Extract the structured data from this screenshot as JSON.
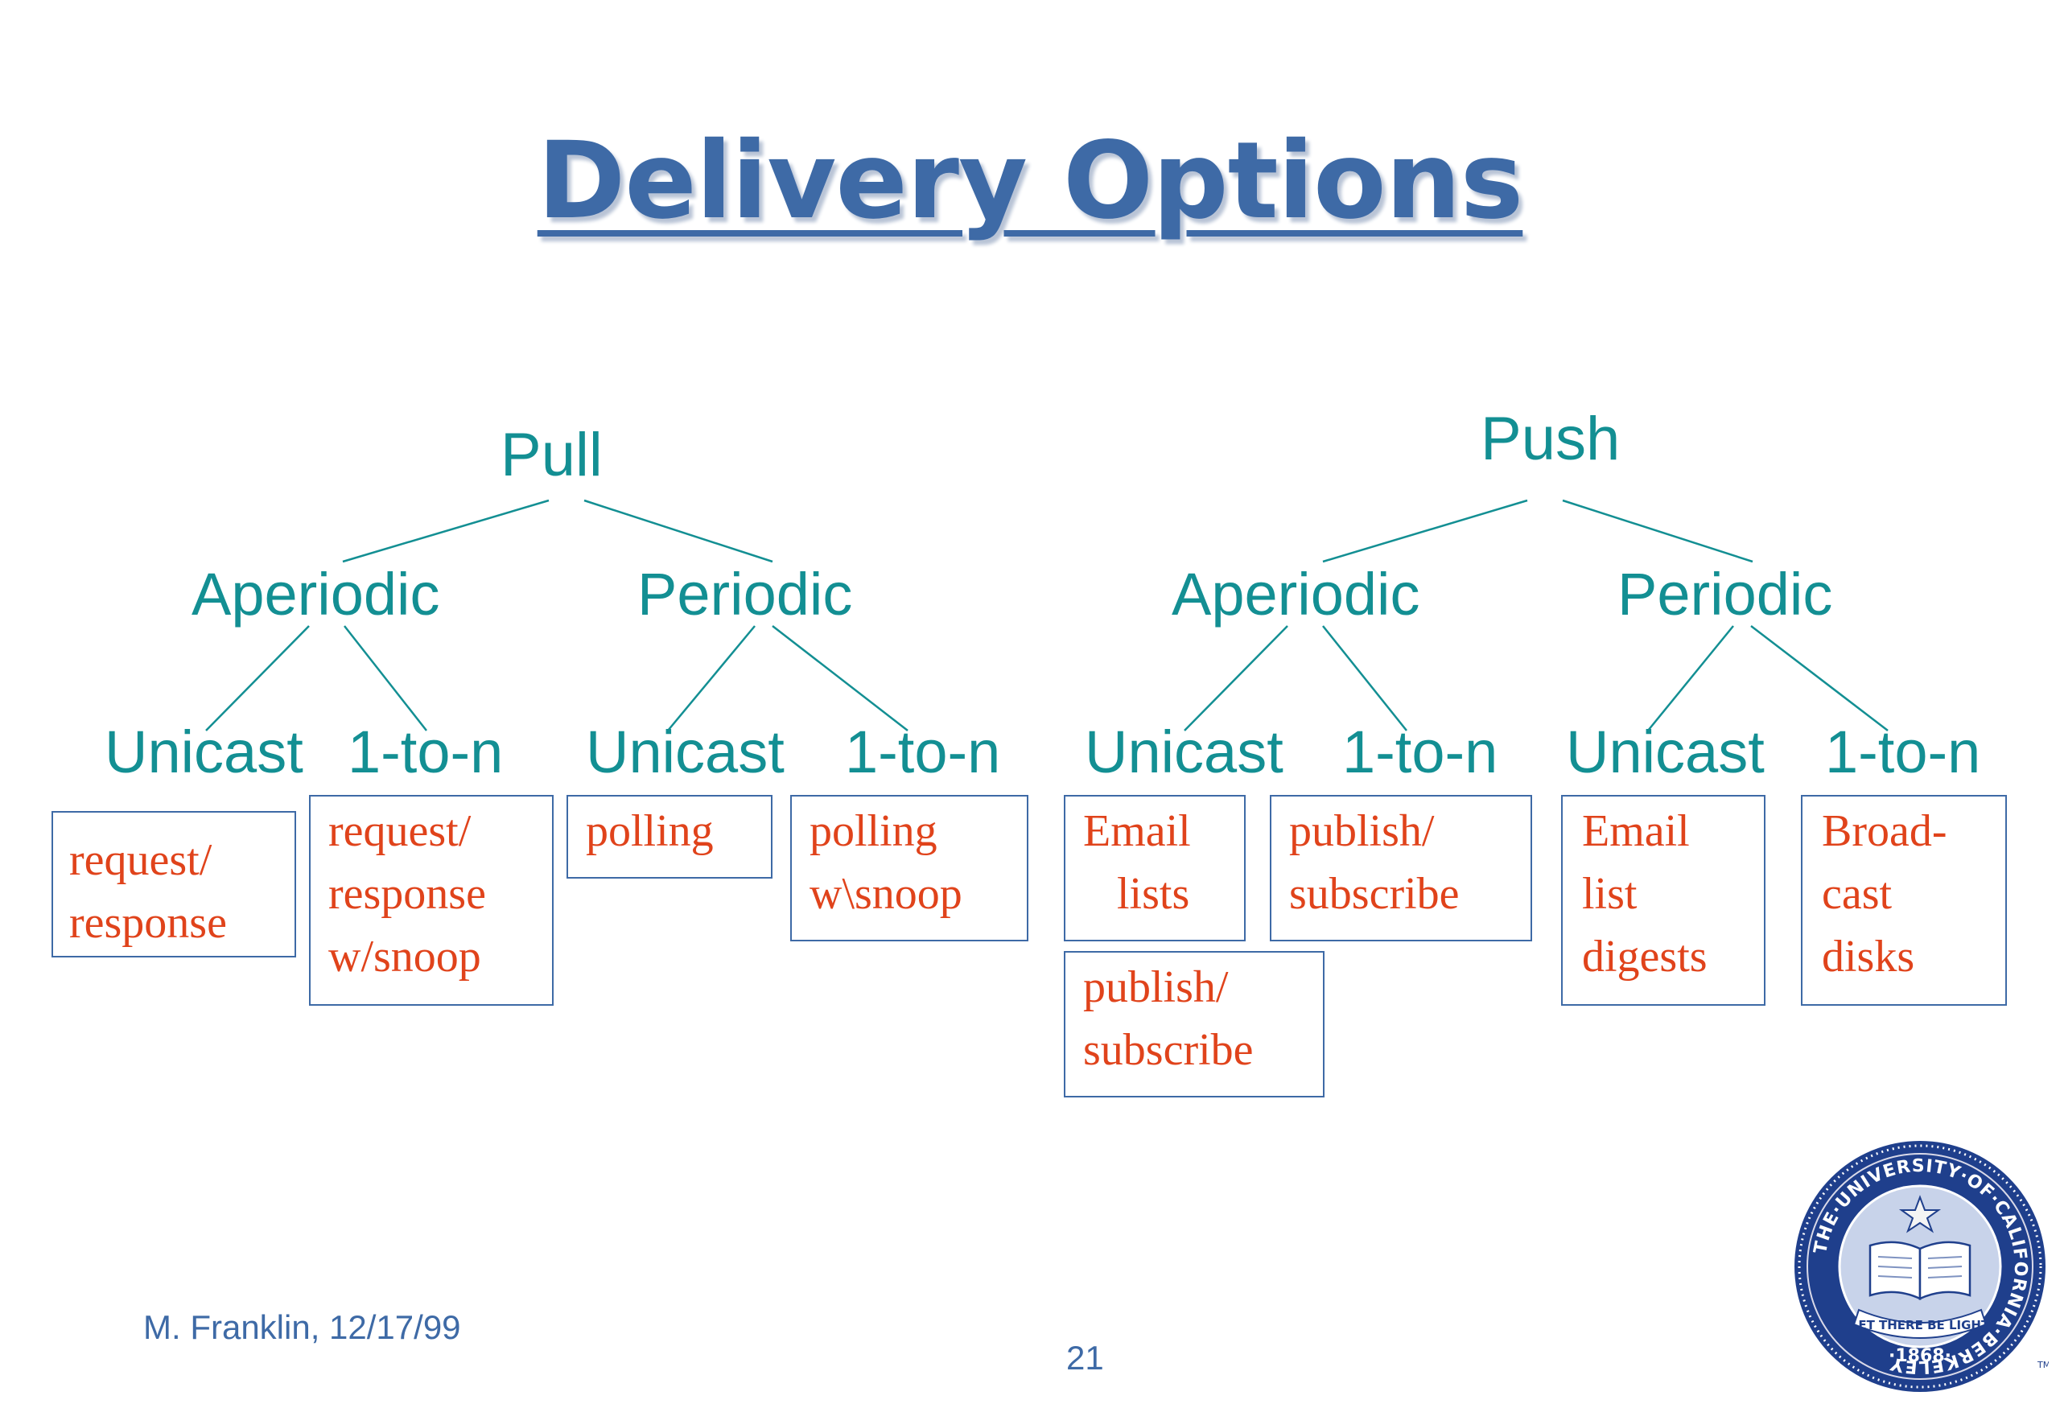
{
  "slide": {
    "title": "Delivery Options",
    "author": "M. Franklin, 12/17/99",
    "page_number": "21"
  },
  "tree": {
    "pull": {
      "label": "Pull",
      "aperiodic": "Aperiodic",
      "periodic": "Periodic",
      "aperiodic_unicast": "Unicast",
      "aperiodic_1ton": "1-to-n",
      "periodic_unicast": "Unicast",
      "periodic_1ton": "1-to-n"
    },
    "push": {
      "label": "Push",
      "aperiodic": "Aperiodic",
      "periodic": "Periodic",
      "aperiodic_unicast": "Unicast",
      "aperiodic_1ton": "1-to-n",
      "periodic_unicast": "Unicast",
      "periodic_1ton": "1-to-n"
    }
  },
  "examples": {
    "pull_aperiodic_unicast": "request/\nresponse",
    "pull_aperiodic_1ton": "request/\nresponse\nw/snoop",
    "pull_periodic_unicast": "polling",
    "pull_periodic_1ton": "polling\nw\\snoop",
    "push_aperiodic_unicast": "Email\n   lists",
    "push_aperiodic_unicast_2": "publish/\nsubscribe",
    "push_aperiodic_1ton": "publish/\nsubscribe",
    "push_periodic_unicast": "Email\nlist\ndigests",
    "push_periodic_1ton": "Broad-\ncast\ndisks"
  },
  "seal": {
    "ring_text": "THE·UNIVERSITY·OF·CALIFORNIA·BERKELEY",
    "banner_text": "LET THERE BE LIGHT",
    "year": "·1868·",
    "tm": "TM"
  }
}
